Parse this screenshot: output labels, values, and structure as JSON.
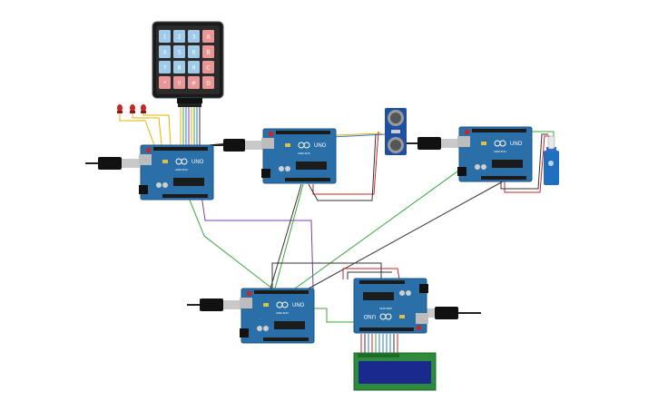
{
  "keypad": {
    "keys": [
      "1",
      "2",
      "3",
      "A",
      "4",
      "5",
      "6",
      "B",
      "7",
      "8",
      "9",
      "C",
      "*",
      "0",
      "#",
      "D"
    ]
  },
  "arduino": {
    "model_text": "UNO",
    "brand_text": "ARDUINO"
  },
  "colors": {
    "board": "#2a6fa8",
    "board_dark": "#1d5687",
    "keypad_key_blue": "#9fcbe8",
    "keypad_key_red": "#e89696",
    "wire_green": "#3aa83a",
    "wire_purple": "#7a3fb0",
    "wire_black": "#333333",
    "wire_red": "#c62828",
    "lcd_screen": "#1a2a8c",
    "lcd_board": "#2e8b3d"
  }
}
